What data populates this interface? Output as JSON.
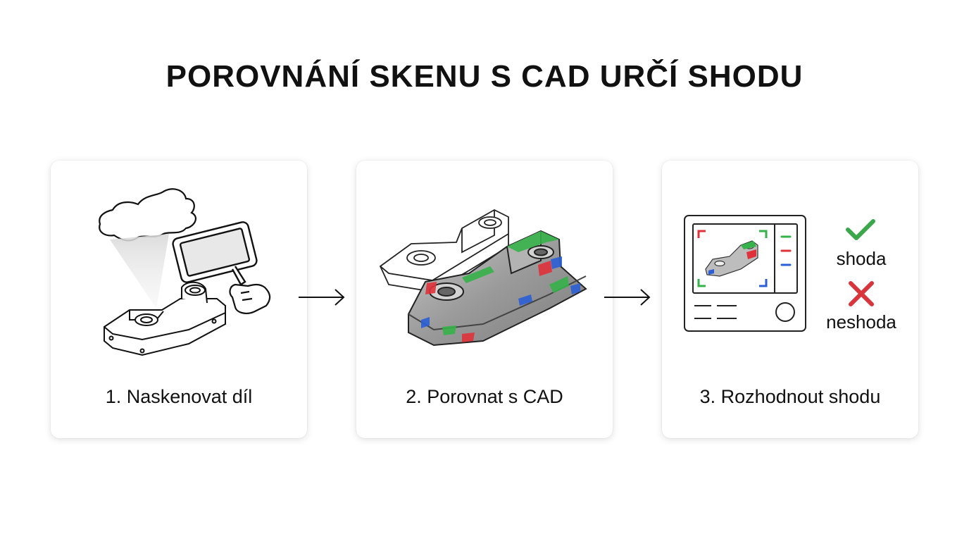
{
  "title": "POROVNÁNÍ SKENU S CAD URČÍ SHODU",
  "steps": [
    {
      "label": "1. Naskenovat díl"
    },
    {
      "label": "2. Porovnat s CAD"
    },
    {
      "label": "3. Rozhodnout shodu"
    }
  ],
  "result": {
    "pass_label": "shoda",
    "fail_label": "neshoda"
  },
  "colors": {
    "pass": "#3aa84a",
    "fail": "#d8343c",
    "deviation_green": "#36b24a",
    "deviation_red": "#e0323a",
    "deviation_blue": "#2c5fd6"
  }
}
